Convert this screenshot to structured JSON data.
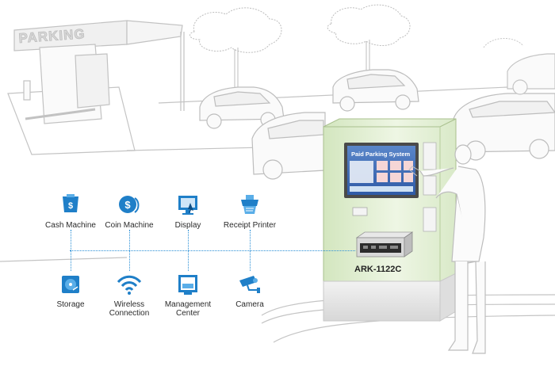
{
  "sign": {
    "text": "PARKING"
  },
  "screen": {
    "title": "Paid Parking System"
  },
  "device": {
    "model": "ARK-1122C"
  },
  "nodes": {
    "cash_machine": {
      "label": "Cash Machine",
      "icon": "cash-machine-icon"
    },
    "coin_machine": {
      "label": "Coin Machine",
      "icon": "coin-icon"
    },
    "display": {
      "label": "Display",
      "icon": "display-icon"
    },
    "receipt_printer": {
      "label": "Receipt Printer",
      "icon": "receipt-printer-icon"
    },
    "storage": {
      "label": "Storage",
      "icon": "storage-icon"
    },
    "wireless": {
      "label": "Wireless\nConnection",
      "icon": "wireless-icon"
    },
    "management": {
      "label": "Management\nCenter",
      "icon": "management-icon"
    },
    "camera": {
      "label": "Camera",
      "icon": "camera-icon"
    }
  },
  "colors": {
    "accent": "#1f7fc8",
    "kiosk": "#dfeccf",
    "line": "#2a8fd6",
    "sketch": "#bdbdbd"
  }
}
